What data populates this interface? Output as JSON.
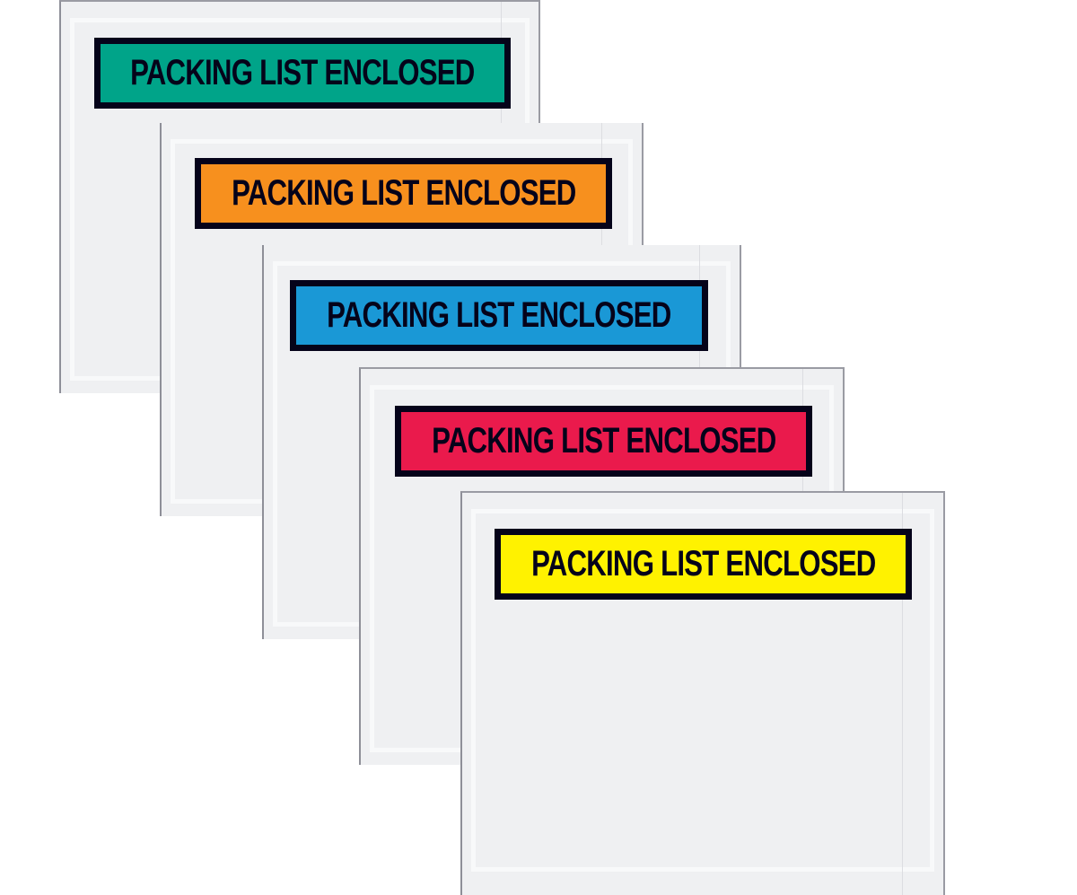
{
  "image": {
    "subject": "Packing list enclosed envelopes in five colors",
    "background": "#ffffff"
  },
  "envelopes": [
    {
      "label": "PACKING LIST ENCLOSED",
      "color_name": "green",
      "color": "#00a489"
    },
    {
      "label": "PACKING LIST ENCLOSED",
      "color_name": "orange",
      "color": "#f7901e"
    },
    {
      "label": "PACKING LIST ENCLOSED",
      "color_name": "blue",
      "color": "#1a98d6"
    },
    {
      "label": "PACKING LIST ENCLOSED",
      "color_name": "red",
      "color": "#ea1a4c"
    },
    {
      "label": "PACKING LIST ENCLOSED",
      "color_name": "yellow",
      "color": "#fff200"
    }
  ],
  "colors": {
    "envelope_fill": "#eff0f2",
    "envelope_edge": "#8e8f98",
    "label_border": "#05031a"
  }
}
